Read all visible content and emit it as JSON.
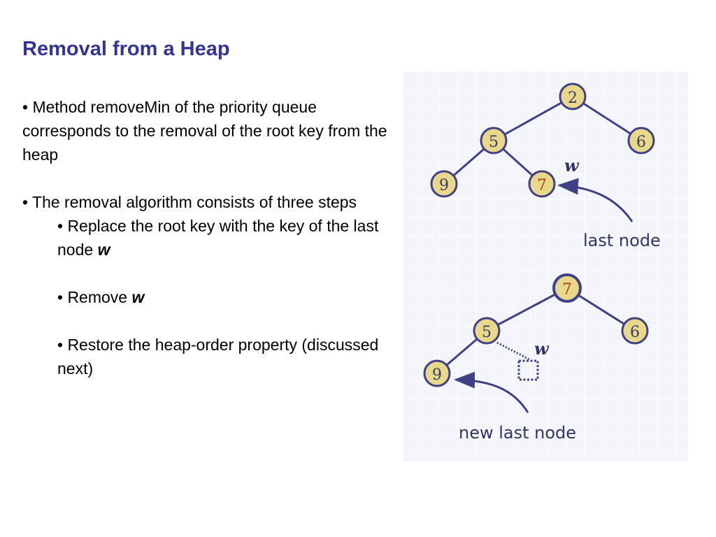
{
  "slide": {
    "title": "Removal from a Heap",
    "bullets": {
      "b1": "• Method removeMin of the priority queue corresponds to the removal of the root key from the heap",
      "b2": "• The removal algorithm consists of three steps",
      "s1_text": "• Replace the root key with the key of the last node ",
      "s1_var": "w",
      "s2_text": "• Remove ",
      "s2_var": "w",
      "s3": "• Restore the heap-order property (discussed next)"
    }
  },
  "diagram": {
    "colors": {
      "background": "#f4f4fb",
      "grid": "#ffffff",
      "node_fill": "#e8d98a",
      "node_stroke": "#404088",
      "edge": "#404088",
      "key_text": "#3a3a6a",
      "highlight_key": "#b33a1a",
      "label": "#333366"
    },
    "top_tree": {
      "root": "2",
      "left": "5",
      "right": "6",
      "left_left": "9",
      "left_right": "7",
      "w_label": "w",
      "pointer_label": "last node"
    },
    "bottom_tree": {
      "root": "7",
      "left": "5",
      "right": "6",
      "left_left": "9",
      "w_label": "w",
      "pointer_label": "new last node"
    }
  }
}
